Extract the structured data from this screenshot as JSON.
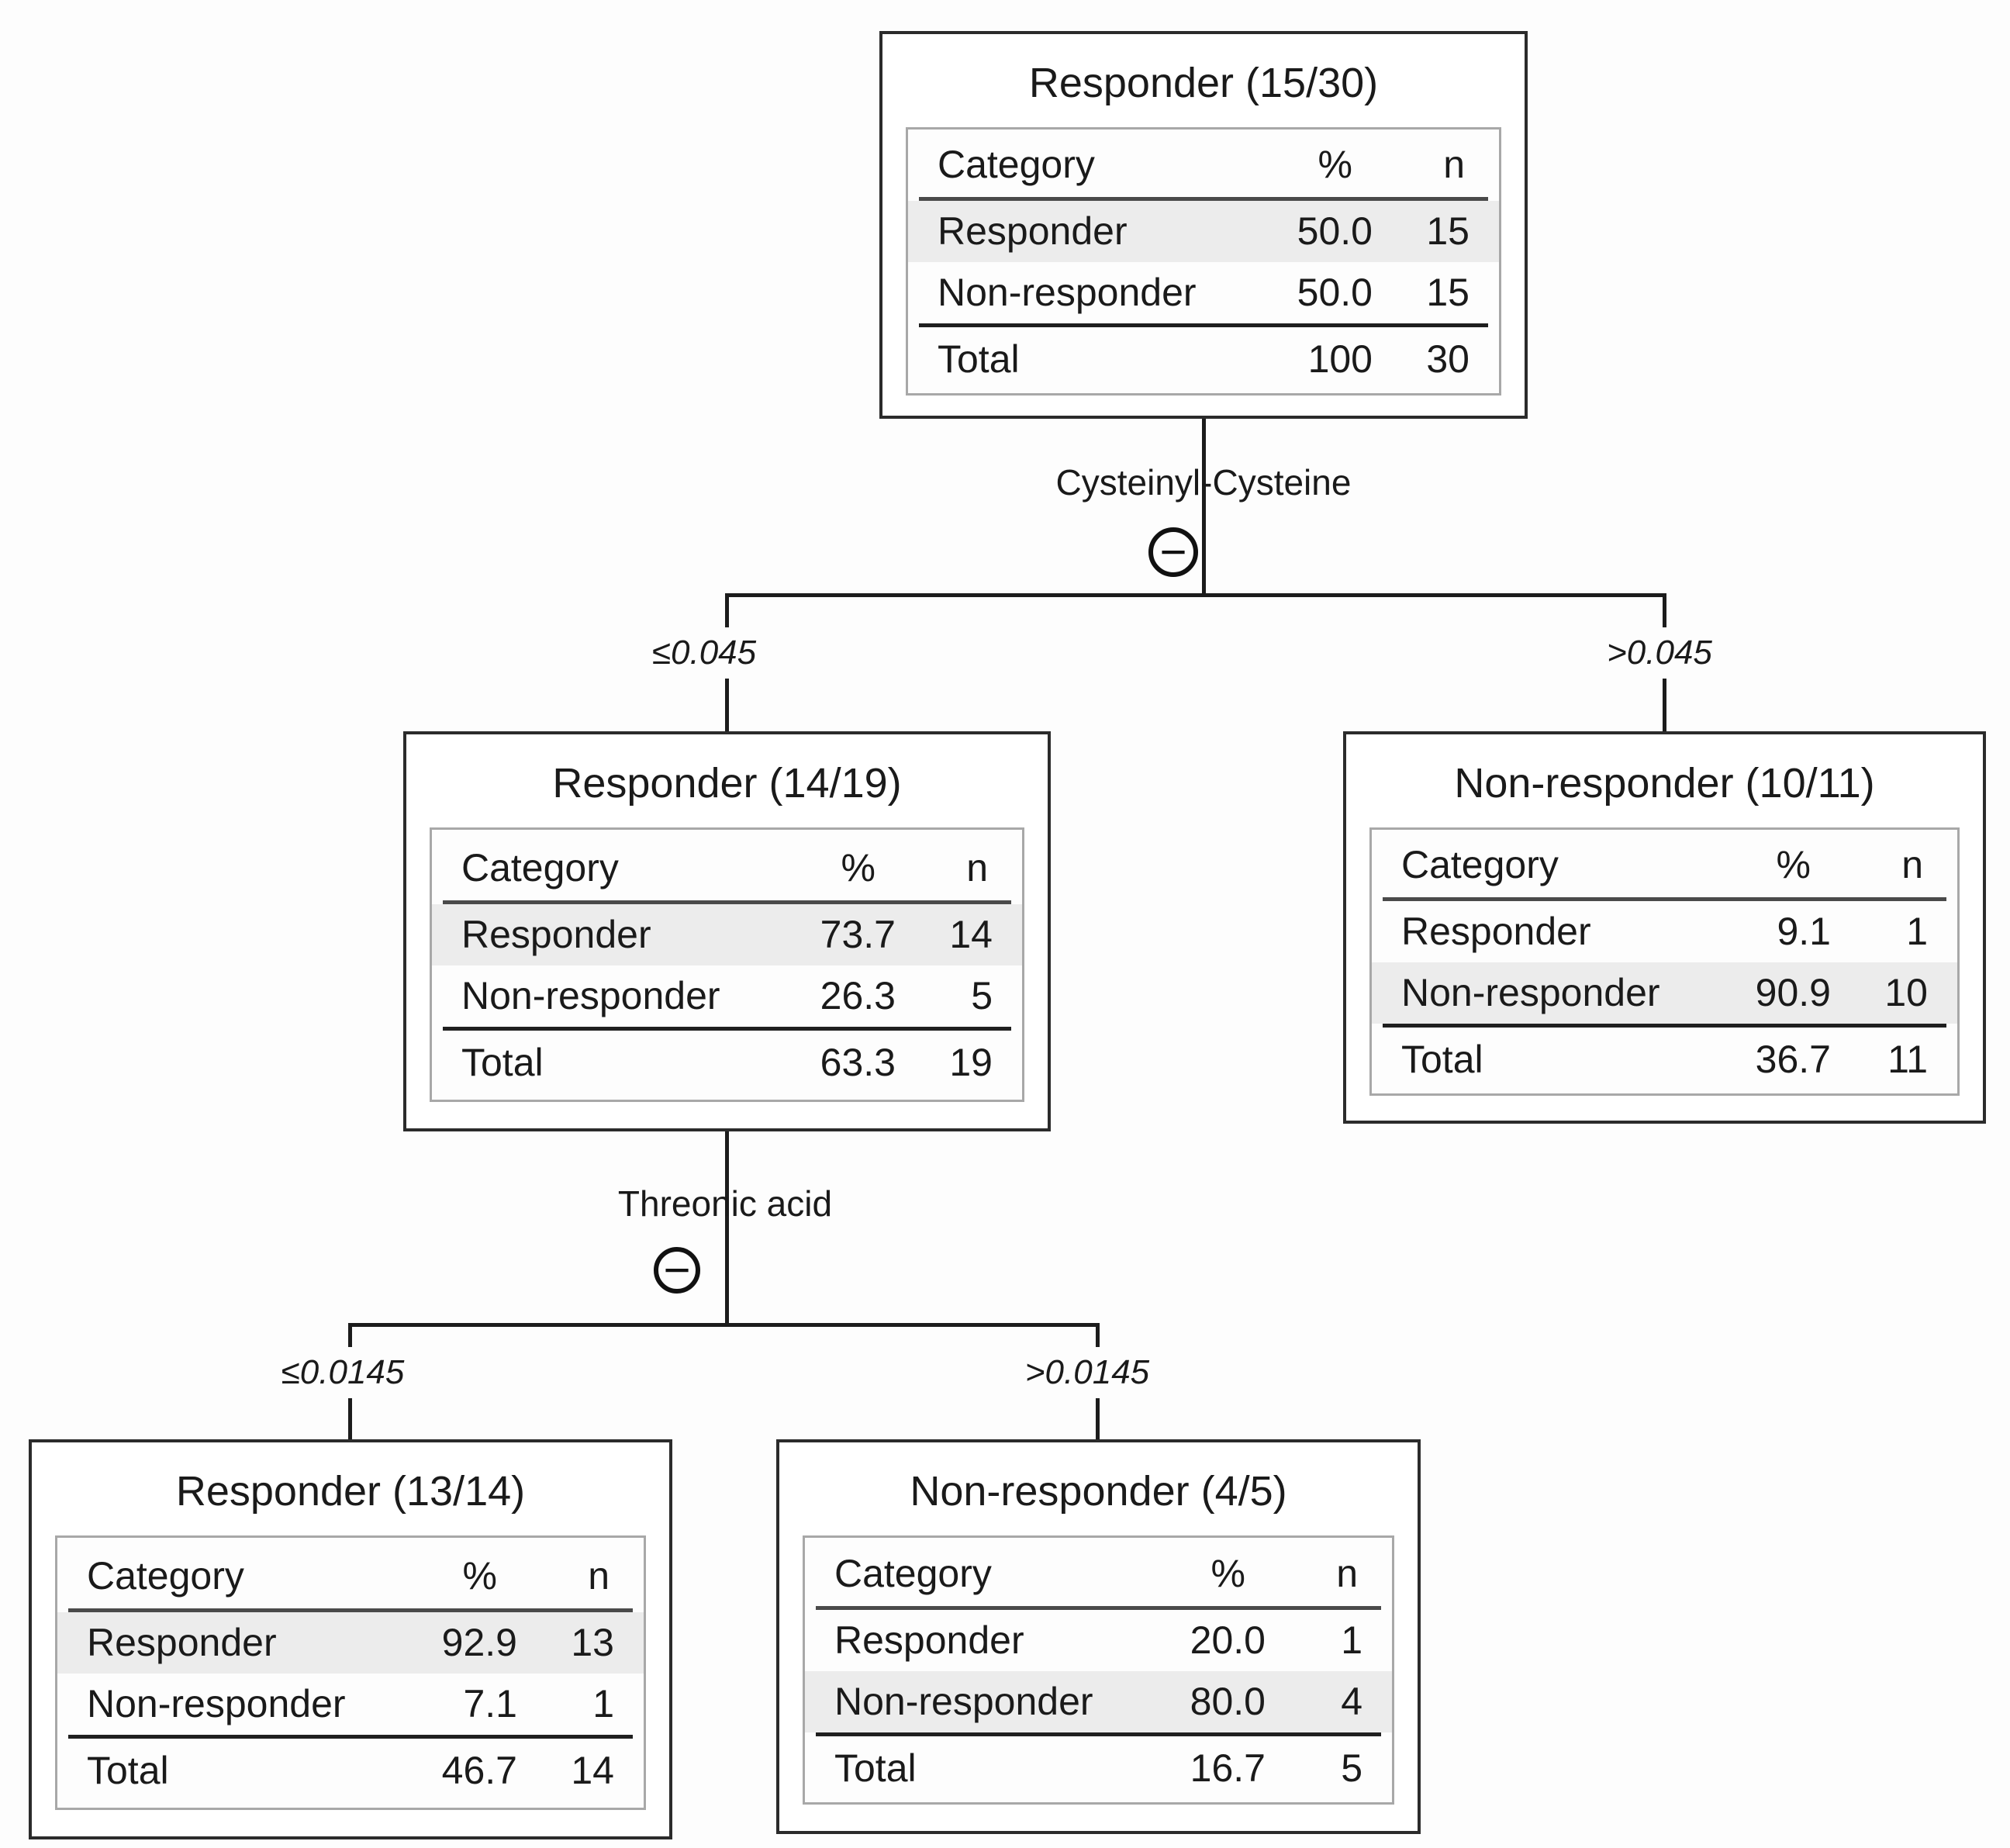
{
  "table_headers": {
    "category": "Category",
    "pct": "%",
    "n": "n"
  },
  "icons": {
    "minus": "−"
  },
  "colors": {
    "line": "#1c1c1c",
    "node_border": "#2b2b2b",
    "table_border": "#a8a8a8",
    "highlight_row": "#ececec",
    "header_rule": "#4a4a4a",
    "total_rule": "#1f1f1f"
  },
  "splits": {
    "split1": {
      "variable": "Cysteinyl-Cysteine",
      "left_label": "≤0.045",
      "right_label": ">0.045"
    },
    "split2": {
      "variable": "Threonic acid",
      "left_label": "≤0.0145",
      "right_label": ">0.0145"
    }
  },
  "nodes": {
    "root": {
      "title": "Responder (15/30)",
      "rows": [
        {
          "category": "Responder",
          "pct": "50.0",
          "n": "15",
          "highlight": true
        },
        {
          "category": "Non-responder",
          "pct": "50.0",
          "n": "15",
          "highlight": false
        }
      ],
      "total": {
        "label": "Total",
        "pct": "100",
        "n": "30"
      }
    },
    "left": {
      "title": "Responder (14/19)",
      "rows": [
        {
          "category": "Responder",
          "pct": "73.7",
          "n": "14",
          "highlight": true
        },
        {
          "category": "Non-responder",
          "pct": "26.3",
          "n": "5",
          "highlight": false
        }
      ],
      "total": {
        "label": "Total",
        "pct": "63.3",
        "n": "19"
      }
    },
    "right": {
      "title": "Non-responder (10/11)",
      "rows": [
        {
          "category": "Responder",
          "pct": "9.1",
          "n": "1",
          "highlight": false
        },
        {
          "category": "Non-responder",
          "pct": "90.9",
          "n": "10",
          "highlight": true
        }
      ],
      "total": {
        "label": "Total",
        "pct": "36.7",
        "n": "11"
      }
    },
    "bottom_left": {
      "title": "Responder (13/14)",
      "rows": [
        {
          "category": "Responder",
          "pct": "92.9",
          "n": "13",
          "highlight": true
        },
        {
          "category": "Non-responder",
          "pct": "7.1",
          "n": "1",
          "highlight": false
        }
      ],
      "total": {
        "label": "Total",
        "pct": "46.7",
        "n": "14"
      }
    },
    "bottom_right": {
      "title": "Non-responder (4/5)",
      "rows": [
        {
          "category": "Responder",
          "pct": "20.0",
          "n": "1",
          "highlight": false
        },
        {
          "category": "Non-responder",
          "pct": "80.0",
          "n": "4",
          "highlight": true
        }
      ],
      "total": {
        "label": "Total",
        "pct": "16.7",
        "n": "5"
      }
    }
  }
}
